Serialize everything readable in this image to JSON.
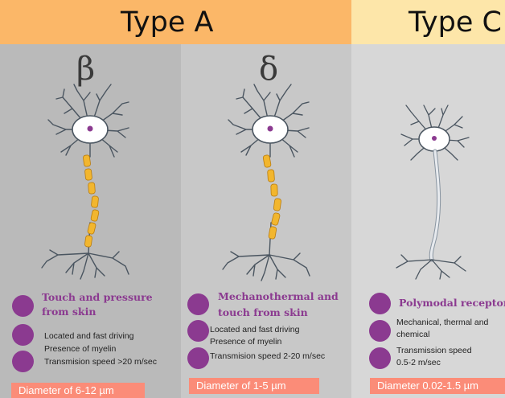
{
  "headers": {
    "type_a": "Type A",
    "type_c": "Type C"
  },
  "panels": {
    "beta": {
      "greek": "β",
      "title_line1": "Touch and pressure",
      "title_line2": "from skin",
      "prop1": "Located and fast driving",
      "prop2": "Presence of myelin",
      "prop3": "Transmision speed >20 m/sec",
      "diameter": "Diameter of 6-12 µm"
    },
    "delta": {
      "greek": "δ",
      "title_line1": "Mechanothermal and",
      "title_line2": "touch from skin",
      "prop1": "Located and fast driving",
      "prop2": "Presence of myelin",
      "prop3": "Transmision speed 2-20 m/sec",
      "diameter": "Diameter of 1-5 µm"
    },
    "c": {
      "title_line1": "Polymodal receptor",
      "prop1_line1": "Mechanical, thermal and",
      "prop1_line2": "chemical",
      "prop2_line1": "Transmission speed",
      "prop2_line2": "0.5-2 m/sec",
      "diameter": "Diameter 0.02-1.5 µm"
    }
  },
  "colors": {
    "header_a": "#fbb768",
    "header_c": "#fde6a9",
    "accent_purple": "#8b3a90",
    "diameter_badge": "#fb8c78",
    "myelin": "#f2b62e"
  }
}
